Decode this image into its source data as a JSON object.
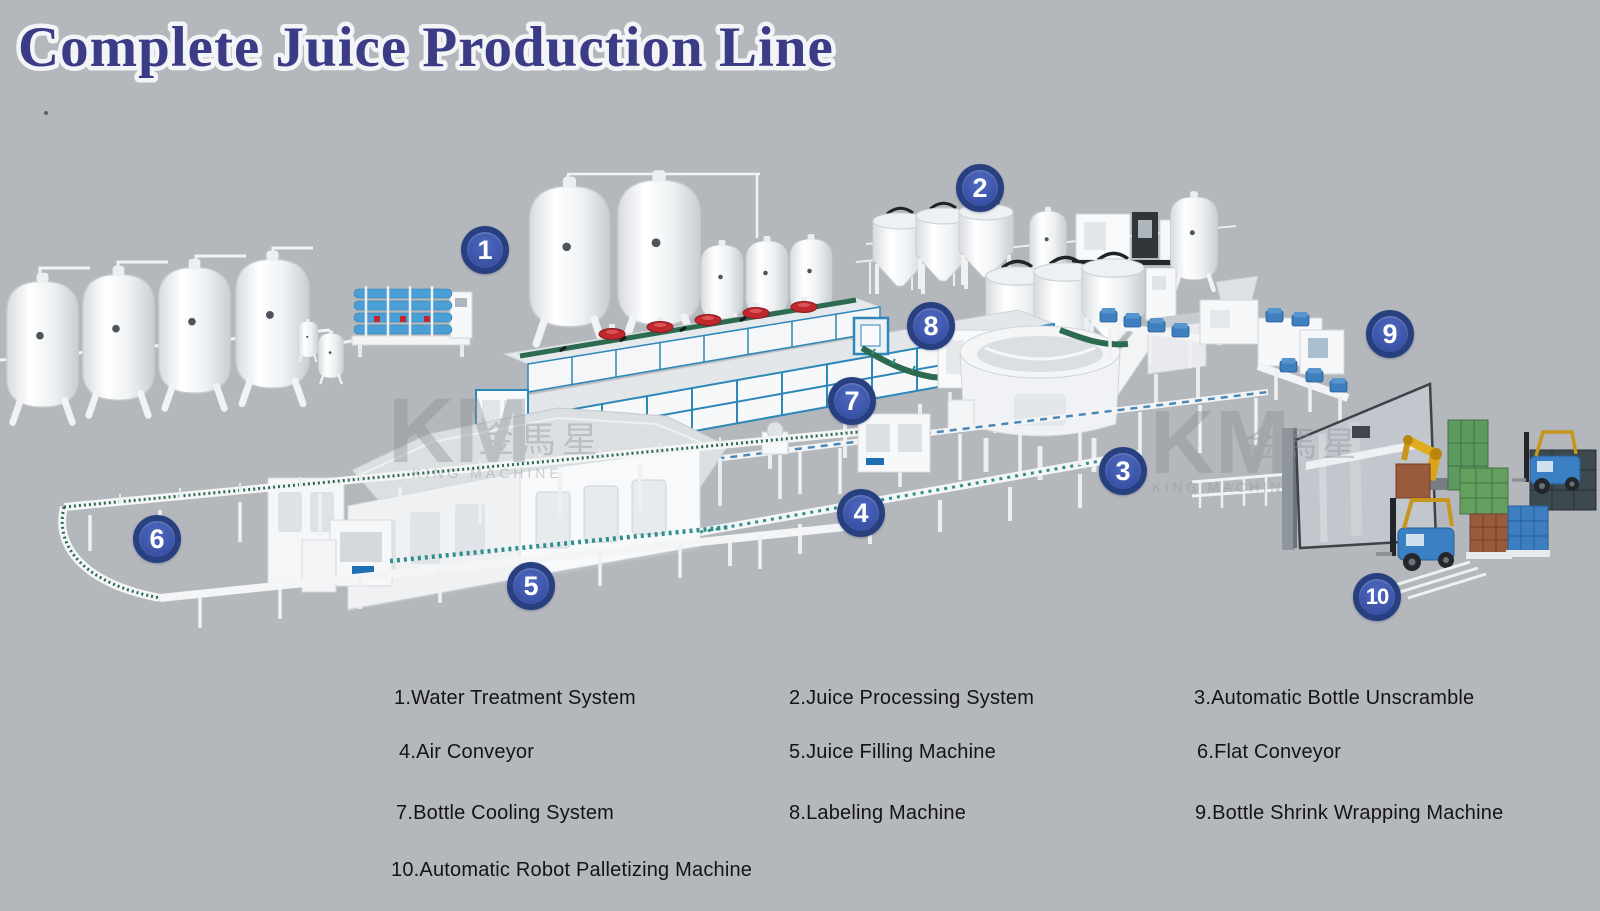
{
  "title": "Complete Juice Production Line",
  "badges": {
    "labels": [
      "1",
      "2",
      "3",
      "4",
      "5",
      "6",
      "7",
      "8",
      "9",
      "10"
    ]
  },
  "legend": {
    "items": [
      "1.Water Treatment System",
      "2.Juice Processing System",
      "3.Automatic Bottle Unscramble",
      "4.Air Conveyor",
      "5.Juice Filling Machine",
      "6.Flat Conveyor",
      "7.Bottle Cooling System",
      "8.Labeling Machine",
      "9.Bottle Shrink Wrapping Machine",
      "10.Automatic Robot Palletizing Machine"
    ]
  },
  "watermark": {
    "logo": "KM",
    "cn": "金馬星",
    "en": "KING MACHINE"
  },
  "colors": {
    "background": "#b4b7bb",
    "title_navy": "#3c3c86",
    "badge_disc": "#3c55a9",
    "badge_ring": "#28407f",
    "machine_frame_blue": "#2d87b9",
    "conveyor_green": "#2c6b50",
    "conveyor_teal": "#2f8f8c",
    "vent_red": "#c0282e",
    "ro_tube_blue": "#4aa0d6",
    "robot_yellow": "#d9a31b",
    "forklift_blue": "#3b80c4",
    "crate_green": "#63a05e",
    "crate_blue": "#3c7ec0",
    "crate_brown": "#9a5b3c"
  }
}
